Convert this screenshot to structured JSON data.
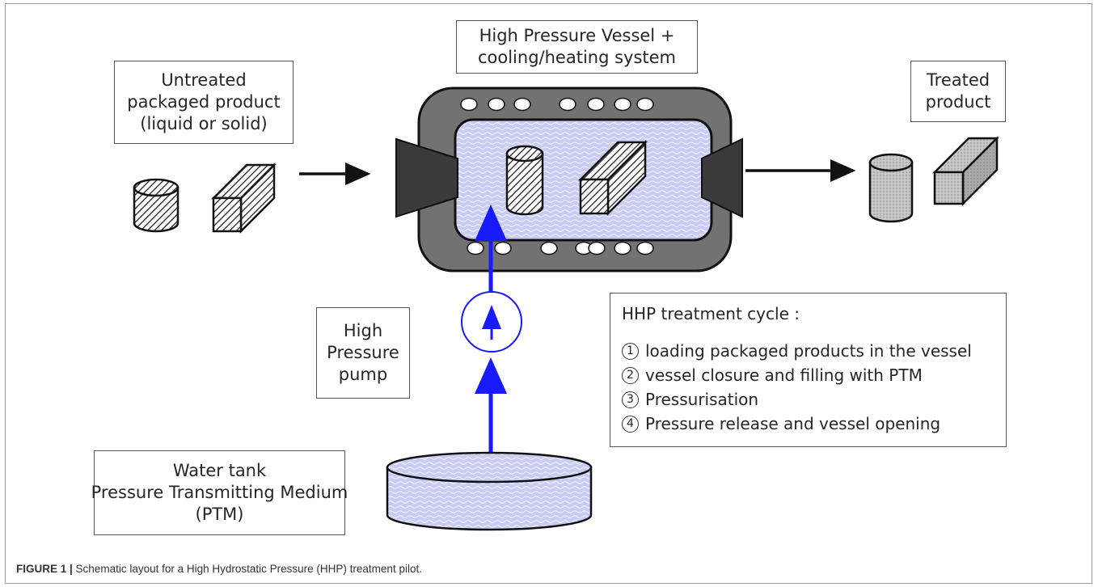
{
  "labels": {
    "untreated": [
      "Untreated",
      "packaged product",
      "(liquid or solid)"
    ],
    "vessel": [
      "High Pressure Vessel +",
      "cooling/heating system"
    ],
    "treated": [
      "Treated",
      "product"
    ],
    "pump": [
      "High",
      "Pressure",
      "pump"
    ],
    "tank": [
      "Water tank",
      "Pressure Transmitting Medium",
      "(PTM)"
    ]
  },
  "cycle": {
    "title": "HHP treatment cycle :",
    "steps": [
      {
        "num": "1",
        "text": "loading packaged products in the vessel"
      },
      {
        "num": "2",
        "text": "vessel closure and filling with PTM"
      },
      {
        "num": "3",
        "text": "Pressurisation"
      },
      {
        "num": "4",
        "text": "Pressure release and vessel opening"
      }
    ]
  },
  "caption": {
    "label": "FIGURE 1 |",
    "text": " Schematic layout for a High Hydrostatic Pressure (HHP) treatment pilot."
  },
  "colors": {
    "water_fill": "#c9cdf4",
    "flow_arrow": "#1a1aff",
    "vessel_body": "#727272",
    "vessel_door": "#3a3a3a"
  }
}
